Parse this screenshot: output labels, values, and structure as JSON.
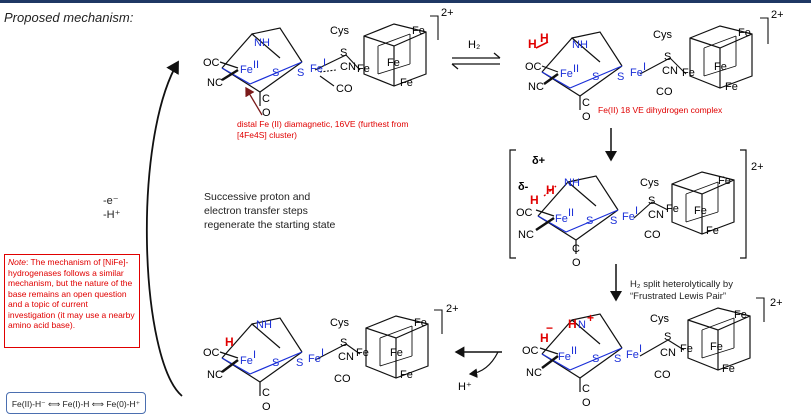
{
  "title": "Proposed mechanism:",
  "charge_label": "2+",
  "h2_label": "H₂",
  "notes": {
    "distal_fe": "distal Fe (II) diamagnetic, 16VE (furthest from [4Fe4S] cluster)",
    "dihydrogen": "Fe(II) 18 VE dihydrogen complex",
    "regenerate": "Successive proton and electron transfer steps regenerate the starting state",
    "minus_e": "-e⁻",
    "minus_h": "-H⁺",
    "split_line1": "H₂ split heterolytically by",
    "split_line2": "“Frustrated Lewis Pair”",
    "hplus": "H⁺"
  },
  "note_box": {
    "prefix": "Note",
    "text": ": The mechanism of [NiFe]-hydrogenases follows a similar mechanism, but the nature of the base remains an open question and a topic of current investigation (it may use a nearby amino acid base)."
  },
  "equilibrium": "Fe(II)-H⁻ ⟺ Fe(I)-H ⟺ Fe(0)-H⁺",
  "labels": {
    "oc": "OC",
    "nc": "NC",
    "cn": "CN",
    "co": "CO",
    "o": "O",
    "c": "C",
    "n": "N",
    "h": "H",
    "s": "S",
    "cys": "Cys",
    "fe": "Fe",
    "fe2": "Fe",
    "fe_ii_sup": "II",
    "fe_i_sup": "I",
    "delta_plus": "δ+",
    "delta_minus": "δ-",
    "minus": "−",
    "plus": "+"
  }
}
